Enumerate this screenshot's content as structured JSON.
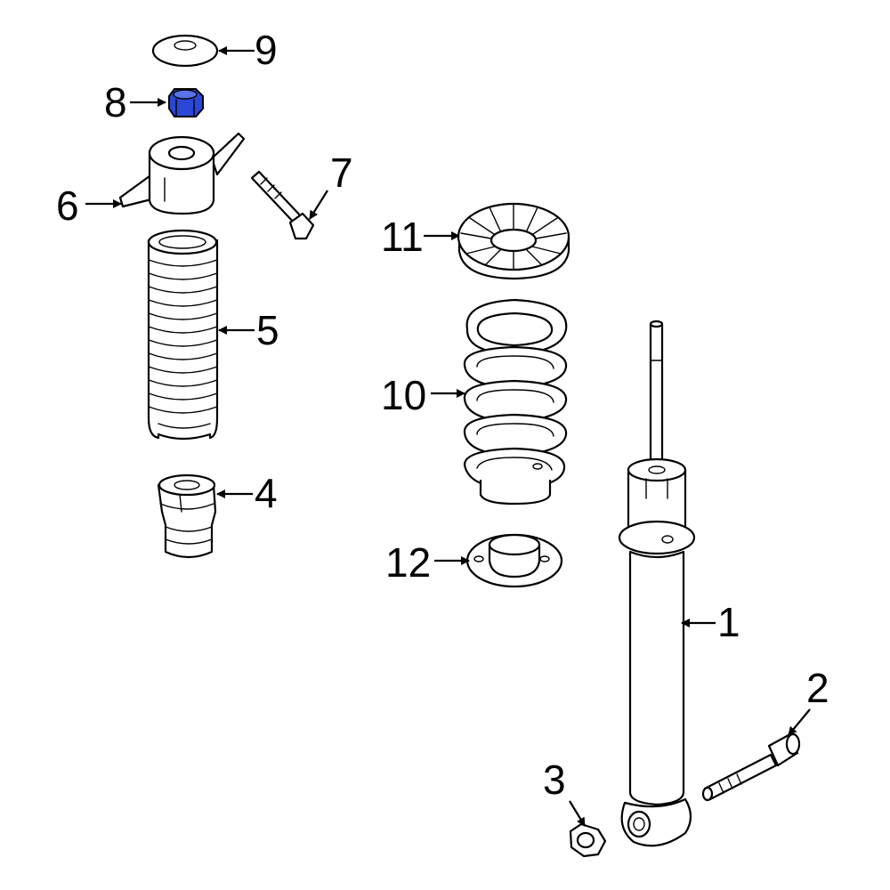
{
  "diagram": {
    "parts": [
      {
        "id": "shock-absorber",
        "callout": "1"
      },
      {
        "id": "bolt-lower",
        "callout": "2"
      },
      {
        "id": "nut-lower",
        "callout": "3"
      },
      {
        "id": "bump-stop",
        "callout": "4"
      },
      {
        "id": "dust-boot",
        "callout": "5"
      },
      {
        "id": "upper-mount",
        "callout": "6"
      },
      {
        "id": "mount-bolt",
        "callout": "7"
      },
      {
        "id": "upper-nut",
        "callout": "8",
        "highlighted": true
      },
      {
        "id": "washer",
        "callout": "9"
      },
      {
        "id": "coil-spring",
        "callout": "10"
      },
      {
        "id": "upper-spring-seat",
        "callout": "11"
      },
      {
        "id": "lower-spring-seat",
        "callout": "12"
      }
    ],
    "highlight_color": "#2b47d6"
  }
}
